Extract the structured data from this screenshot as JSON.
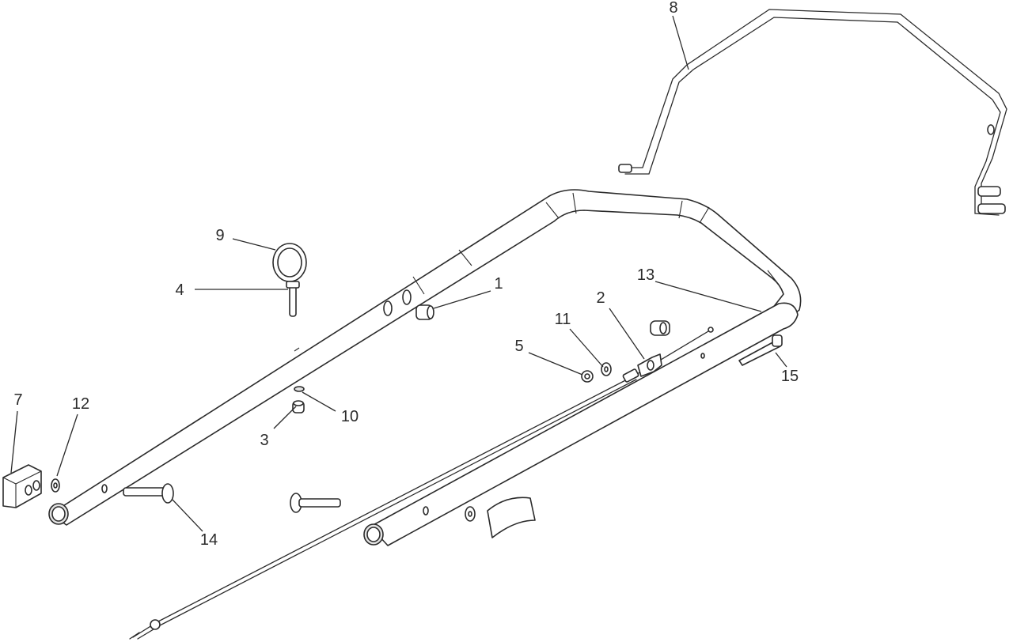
{
  "diagram": {
    "callouts": [
      {
        "id": "1",
        "label": "1"
      },
      {
        "id": "2",
        "label": "2"
      },
      {
        "id": "3",
        "label": "3"
      },
      {
        "id": "4",
        "label": "4"
      },
      {
        "id": "5",
        "label": "5"
      },
      {
        "id": "7",
        "label": "7"
      },
      {
        "id": "8",
        "label": "8"
      },
      {
        "id": "9",
        "label": "9"
      },
      {
        "id": "10",
        "label": "10"
      },
      {
        "id": "11",
        "label": "11"
      },
      {
        "id": "12",
        "label": "12"
      },
      {
        "id": "13",
        "label": "13"
      },
      {
        "id": "14",
        "label": "14"
      },
      {
        "id": "15",
        "label": "15"
      }
    ],
    "colors": {
      "line": "#2b2b2b",
      "background": "#ffffff",
      "shade": "#e3e3e3"
    }
  }
}
